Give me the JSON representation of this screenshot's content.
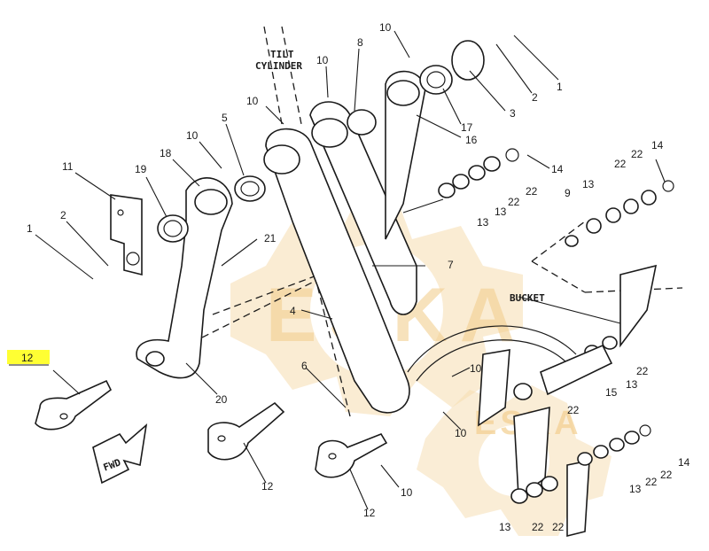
{
  "labels": {
    "tilt_cylinder_1": "TILT",
    "tilt_cylinder_2": "CYLINDER",
    "bucket": "BUCKET",
    "fwd": "FWD",
    "highlighted_callout": "12"
  },
  "watermark": {
    "line1": "ESKA",
    "line2": "ESKA"
  },
  "callouts": {
    "c1_top": "1",
    "c2_top": "2",
    "c3": "3",
    "c17": "17",
    "c10_top": "10",
    "c8": "8",
    "c10_b": "10",
    "c10_c": "10",
    "c5": "5",
    "c10_d": "10",
    "c18": "18",
    "c19": "19",
    "c11": "11",
    "c2_left": "2",
    "c1_left": "1",
    "c21": "21",
    "c16": "16",
    "c14_a": "14",
    "c22_a": "22",
    "c13_a": "13",
    "c13_b": "13",
    "c22_b": "22",
    "c9": "9",
    "c13_c": "13",
    "c22_c": "22",
    "c22_d": "22",
    "c14_b": "14",
    "c7": "7",
    "c4": "4",
    "c20": "20",
    "c6": "6",
    "c10_e": "10",
    "c10_f": "10",
    "c12_center": "12",
    "c12_bottom": "12",
    "c10_g": "10",
    "c15": "15",
    "c13_d": "13",
    "c22_e": "22",
    "c22_f": "22",
    "c14_c": "14",
    "c22_g": "22",
    "c22_h": "22",
    "c13_e": "13",
    "c13_f": "13",
    "c22_i": "22",
    "c22_j": "22"
  },
  "colors": {
    "highlight": "#ffff33",
    "watermark": "#f6dcae",
    "line": "#1a1a1a"
  }
}
